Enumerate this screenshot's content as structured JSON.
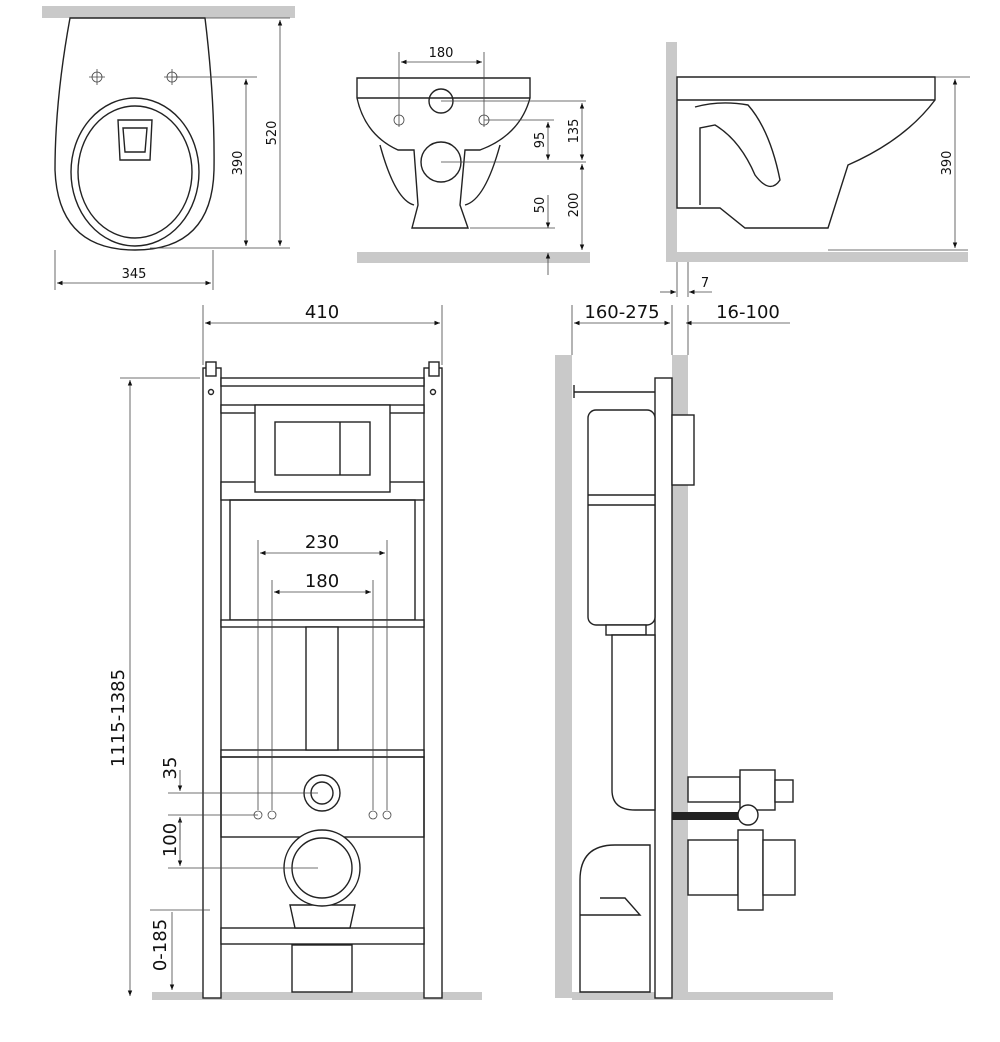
{
  "top_view": {
    "height_total": "520",
    "height_holes": "390",
    "width": "345"
  },
  "front_view": {
    "hole_spacing": "180",
    "holes_to_outlet": "135",
    "outlet_offset": "95",
    "outlet_height": "200",
    "bottom_clearance": "50"
  },
  "side_view": {
    "height": "390",
    "gap": "7"
  },
  "frame_front": {
    "frame_width": "410",
    "rod_spacing_outer": "230",
    "rod_spacing_inner": "180",
    "frame_height": "1115-1385",
    "rods_to_drain": "35",
    "drain_offset": "100",
    "foot_adjust": "0-185"
  },
  "frame_side": {
    "depth_range": "160-275",
    "wall_range": "16-100"
  },
  "colors": {
    "floor": "#c9c9c9",
    "line": "#222222"
  }
}
